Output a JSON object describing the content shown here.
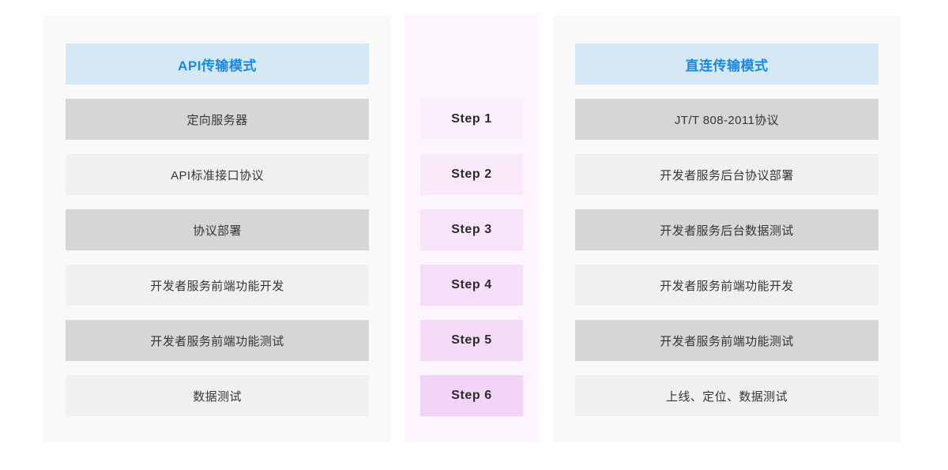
{
  "columns": {
    "left": {
      "header": "API传输模式",
      "header_bg": "#d5e8f6",
      "header_color": "#1789e8",
      "rows": [
        "定向服务器",
        "API标准接口协议",
        "协议部署",
        "开发者服务前端功能开发",
        "开发者服务前端功能测试",
        "数据测试"
      ]
    },
    "middle": {
      "panel_bg": "#fdf5fd",
      "steps": [
        {
          "label": "Step 1",
          "bg": "#fbeefb"
        },
        {
          "label": "Step 2",
          "bg": "#f9e9fa"
        },
        {
          "label": "Step 3",
          "bg": "#f7e4f9"
        },
        {
          "label": "Step 4",
          "bg": "#f5dff8"
        },
        {
          "label": "Step 5",
          "bg": "#f4daf7"
        },
        {
          "label": "Step 6",
          "bg": "#f2d5f6"
        }
      ]
    },
    "right": {
      "header": "直连传输模式",
      "header_bg": "#d5e8f6",
      "header_color": "#1789e8",
      "rows": [
        "JT/T 808-2011协议",
        "开发者服务后台协议部署",
        "开发者服务后台数据测试",
        "开发者服务前端功能开发",
        "开发者服务前端功能测试",
        "上线、定位、数据测试"
      ]
    }
  },
  "row_shades": {
    "dark": "#d6d6d6",
    "light": "#f0f0f0"
  }
}
